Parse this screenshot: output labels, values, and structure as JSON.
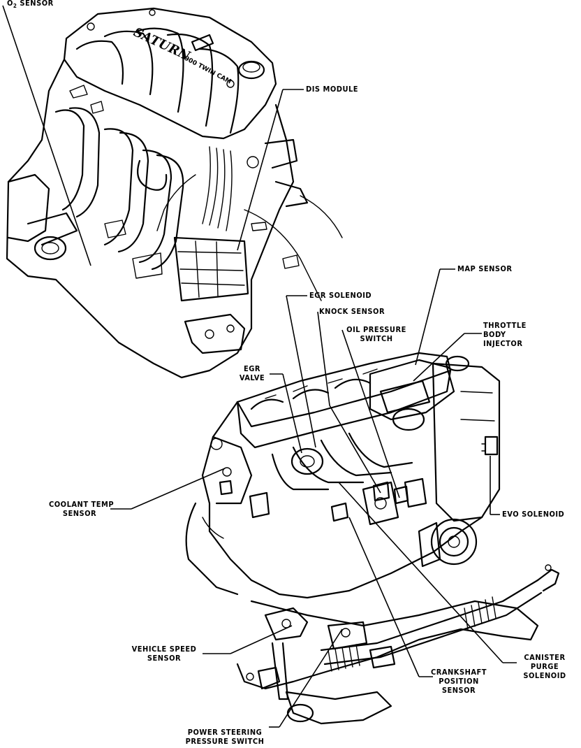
{
  "labels": {
    "o2_sensor_main": "O",
    "o2_sensor_sub": "2",
    "o2_sensor_tail": "SENSOR",
    "dis_module": "DIS MODULE",
    "map_sensor": "MAP SENSOR",
    "egr_solenoid": "EGR SOLENOID",
    "knock_sensor": "KNOCK SENSOR",
    "oil_pressure_switch_1": "OIL PRESSURE",
    "oil_pressure_switch_2": "SWITCH",
    "throttle_body_injector_1": "THROTTLE",
    "throttle_body_injector_2": "BODY",
    "throttle_body_injector_3": "INJECTOR",
    "egr_valve_1": "EGR",
    "egr_valve_2": "VALVE",
    "coolant_temp_sensor_1": "COOLANT TEMP",
    "coolant_temp_sensor_2": "SENSOR",
    "evo_solenoid": "EVO SOLENOID",
    "vehicle_speed_sensor_1": "VEHICLE SPEED",
    "vehicle_speed_sensor_2": "SENSOR",
    "canister_purge_solenoid_1": "CANISTER",
    "canister_purge_solenoid_2": "PURGE",
    "canister_purge_solenoid_3": "SOLENOID",
    "crankshaft_position_sensor_1": "CRANKSHAFT",
    "crankshaft_position_sensor_2": "POSITION",
    "crankshaft_position_sensor_3": "SENSOR",
    "power_steering_pressure_switch_1": "POWER STEERING",
    "power_steering_pressure_switch_2": "PRESSURE SWITCH"
  },
  "cover_text": "SATURN",
  "cover_text_2": "1900 TWIN CAM"
}
